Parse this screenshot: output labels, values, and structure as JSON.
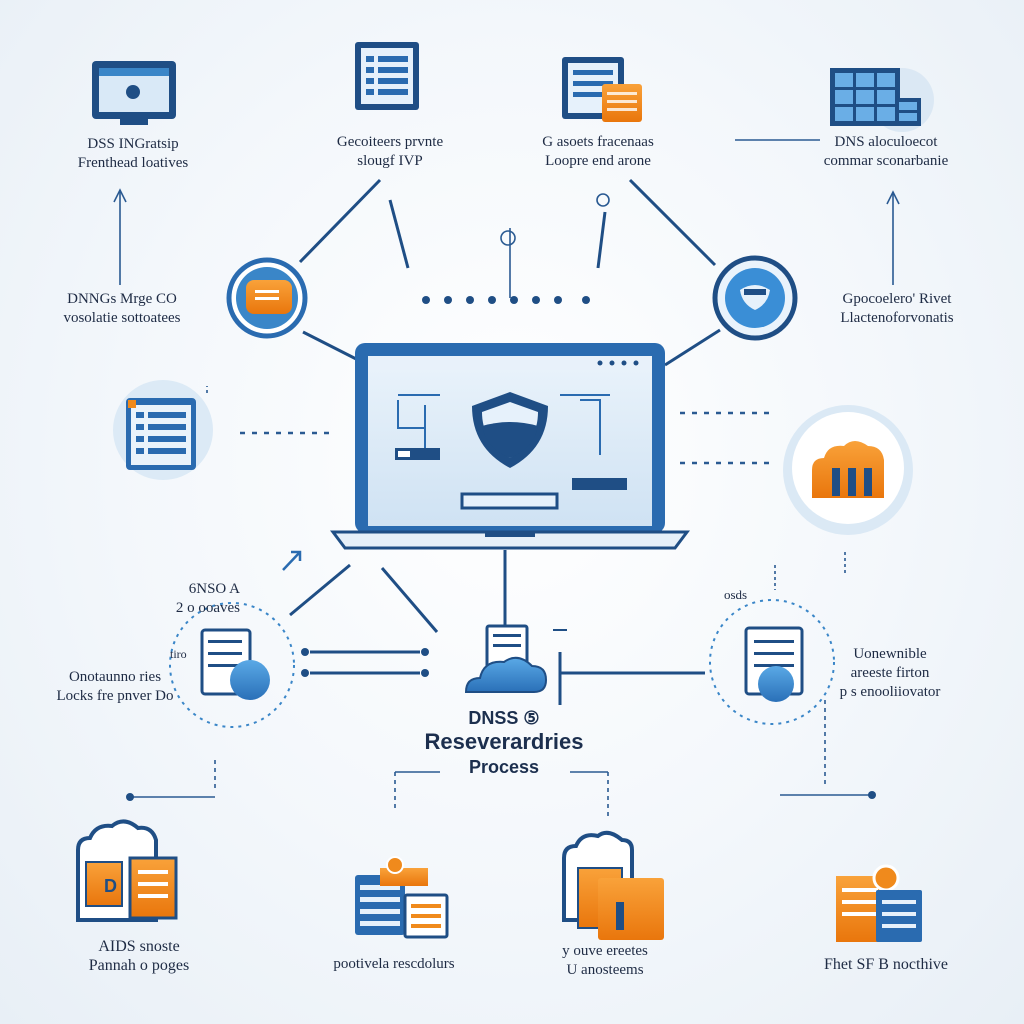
{
  "colors": {
    "navy": "#1f4e85",
    "blue": "#3a86c8",
    "light_blue": "#d3e6f6",
    "orange": "#f08a1c",
    "accent_blue": "#2a6bb0"
  },
  "center_title": {
    "line1": "DNSS ⑤",
    "line2": "Reseverardries",
    "line3": "Process"
  },
  "labels": {
    "top_left": {
      "line1": "DSS INGratsip",
      "line2": "Frenthead loatives"
    },
    "top_center_left": {
      "line1": "Gecoiteers prvnte",
      "line2": "slougf IVP"
    },
    "top_center_right": {
      "line1": "G asoets fracenaas",
      "line2": "Loopre end arone"
    },
    "top_right": {
      "line1": "DNS aloculoecot",
      "line2": "commar sconarbanie"
    },
    "mid_left": {
      "line1": "DNNGs Mrge CO",
      "line2": "vosolatie sottoatees"
    },
    "mid_right": {
      "line1": "Gpocoelero' Rivet",
      "line2": "Llactenoforvonatis"
    },
    "lower_left_top": {
      "line1": "6NSO A",
      "line2": "2 o ooaves"
    },
    "lower_left": {
      "line1": "Onotaunno ries",
      "line2": "Locks fre pnver Do"
    },
    "lower_left_tag": {
      "line1": "tiro"
    },
    "lower_right_tag": {
      "line1": "osds"
    },
    "lower_right": {
      "line1": "Uonewnible",
      "line2": "areeste firton",
      "line3": "p s enooliiovator"
    },
    "bottom_1": {
      "line1": "AIDS snoste",
      "line2": "Pannah o poges"
    },
    "bottom_2": {
      "line1": "pootivela rescdolurs"
    },
    "bottom_3": {
      "line1": "y ouve ereetes",
      "line2": "U anosteems"
    },
    "bottom_4": {
      "line1": "Fhet SF B nocthive"
    }
  },
  "icons": [
    "monitor-icon",
    "document-list-icon",
    "document-folder-icon",
    "server-rack-icon",
    "orange-folder-circle-icon",
    "shield-circle-icon",
    "laptop-icon",
    "shield-icon",
    "list-panel-icon",
    "orange-cloud-folder-icon",
    "server-cloud-icon",
    "cloud-server-icon",
    "folder-stack-icon",
    "database-folder-icon"
  ]
}
